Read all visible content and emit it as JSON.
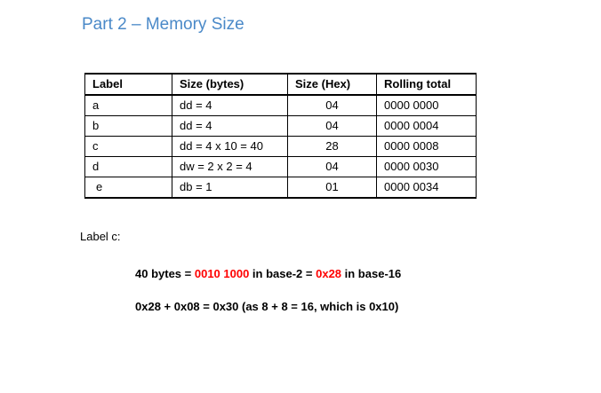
{
  "slide": {
    "title": "Part 2 – Memory Size",
    "title_color": "#4a89c8",
    "background_color": "#ffffff",
    "highlight_color": "#ff0000"
  },
  "table": {
    "headers": [
      "Label",
      "Size (bytes)",
      "Size (Hex)",
      "Rolling total"
    ],
    "rows": [
      {
        "label": "a",
        "size_bytes": "dd = 4",
        "size_hex": "04",
        "rolling_total": "0000 0000"
      },
      {
        "label": "b",
        "size_bytes": "dd = 4",
        "size_hex": "04",
        "rolling_total": "0000 0004"
      },
      {
        "label": "c",
        "size_bytes": "dd = 4 x 10 = 40",
        "size_hex": "28",
        "rolling_total": "0000 0008"
      },
      {
        "label": "d",
        "size_bytes": "dw = 2 x 2 = 4",
        "size_hex": "04",
        "rolling_total": "0000 0030"
      },
      {
        "label": "e",
        "size_bytes": "db = 1",
        "size_hex": "01",
        "rolling_total": "0000 0034"
      }
    ]
  },
  "notes": {
    "label_heading": "Label c:",
    "line1": {
      "part1": "40 bytes = ",
      "red1": "0010 1000",
      "part2": " in base-2 = ",
      "red2": "0x28",
      "part3": " in base-16"
    },
    "line2": "0x28 + 0x08 = 0x30 (as 8 + 8 = 16, which is 0x10)"
  }
}
